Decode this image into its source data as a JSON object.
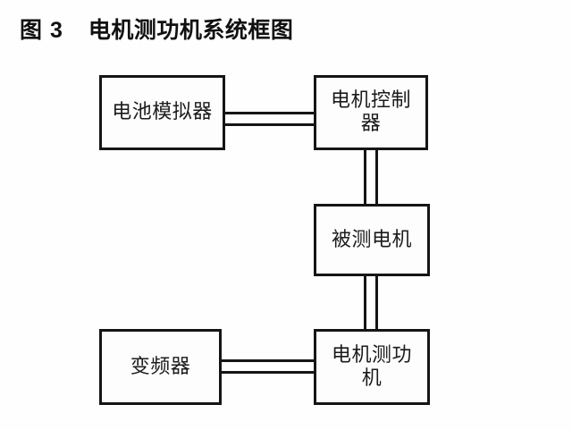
{
  "caption": {
    "figure_label": "图 3",
    "title": "电机测功机系统框图"
  },
  "diagram": {
    "type": "block-diagram",
    "line_color": "#151515",
    "box_fill": "#fdfdfd",
    "connector_style": "double-line",
    "nodes": [
      {
        "id": "battery-sim",
        "label": "电池模拟器",
        "position": "top-left"
      },
      {
        "id": "motor-ctrl",
        "label": "电机控制器",
        "position": "top-right"
      },
      {
        "id": "test-motor",
        "label": "被测电机",
        "position": "middle-right"
      },
      {
        "id": "inverter",
        "label": "变频器",
        "position": "bottom-left"
      },
      {
        "id": "dynamometer",
        "label": "电机测功机",
        "position": "bottom-right"
      }
    ],
    "links": [
      {
        "from": "battery-sim",
        "to": "motor-ctrl",
        "orientation": "horizontal",
        "rails": 2
      },
      {
        "from": "motor-ctrl",
        "to": "test-motor",
        "orientation": "vertical",
        "rails": 2
      },
      {
        "from": "test-motor",
        "to": "dynamometer",
        "orientation": "vertical",
        "rails": 2
      },
      {
        "from": "inverter",
        "to": "dynamometer",
        "orientation": "horizontal",
        "rails": 2
      }
    ]
  }
}
